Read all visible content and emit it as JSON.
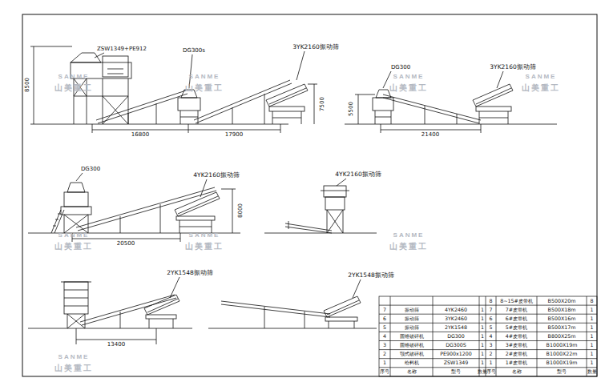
{
  "diagram": {
    "labels": [
      "ZSW1349+PE912",
      "DG300s",
      "3YK2160振动筛",
      "8500",
      "16800",
      "17900",
      "7500",
      "DG300",
      "3YK2160振动筛",
      "5500",
      "21400",
      "DG300",
      "4YK2160振动筛",
      "8000",
      "20500",
      "4YK2160振动筛",
      "2YK1548振动筛",
      "13400",
      "2YK1548振动筛",
      "SANME",
      "山美重工",
      "SANME",
      "山美重工",
      "SANME",
      "山美重工",
      "SANME",
      "山美重工",
      "SANME",
      "山美重工",
      "SANME",
      "山美重工",
      "SANME",
      "山美重工",
      "SANME",
      "山美重工",
      "8",
      "8~15#皮带机",
      "B500X20m",
      "8",
      "7",
      "振动筛",
      "4YK2460",
      "1",
      "7",
      "7#皮带机",
      "B500X18m",
      "1",
      "6",
      "振动筛",
      "3YK2460",
      "1",
      "6",
      "6#皮带机",
      "B500X16m",
      "1",
      "5",
      "振动筛",
      "2YK1548",
      "1",
      "5",
      "5#皮带机",
      "B500X17m",
      "1",
      "4",
      "圆锥破碎机",
      "DG300",
      "1",
      "4",
      "4#皮带机",
      "B800X25m",
      "1",
      "3",
      "圆锥破碎机",
      "DG300S",
      "1",
      "3",
      "3#皮带机",
      "B1000X19m",
      "1",
      "2",
      "颚式破碎机",
      "PE900x1200",
      "1",
      "2",
      "2#皮带机",
      "B1000X22m",
      "1",
      "1",
      "给料机",
      "ZSW1349",
      "1",
      "1",
      "1#皮带机",
      "B1000X19m",
      "1",
      "序号",
      "名称",
      "型号",
      "数量",
      "序号",
      "名称",
      "型号",
      "数量"
    ]
  }
}
